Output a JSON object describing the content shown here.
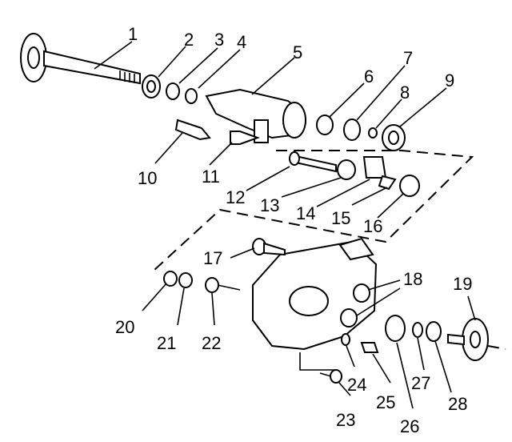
{
  "figure": {
    "type": "exploded-parts-diagram",
    "callouts": [
      {
        "label": "1"
      },
      {
        "label": "2"
      },
      {
        "label": "3"
      },
      {
        "label": "4"
      },
      {
        "label": "5"
      },
      {
        "label": "6"
      },
      {
        "label": "7"
      },
      {
        "label": "8"
      },
      {
        "label": "9"
      },
      {
        "label": "10"
      },
      {
        "label": "11"
      },
      {
        "label": "12"
      },
      {
        "label": "13"
      },
      {
        "label": "14"
      },
      {
        "label": "15"
      },
      {
        "label": "16"
      },
      {
        "label": "17"
      },
      {
        "label": "18"
      },
      {
        "label": "19"
      },
      {
        "label": "20"
      },
      {
        "label": "21"
      },
      {
        "label": "22"
      },
      {
        "label": "23"
      },
      {
        "label": "24"
      },
      {
        "label": "25"
      },
      {
        "label": "26"
      },
      {
        "label": "27"
      },
      {
        "label": "28"
      }
    ]
  }
}
